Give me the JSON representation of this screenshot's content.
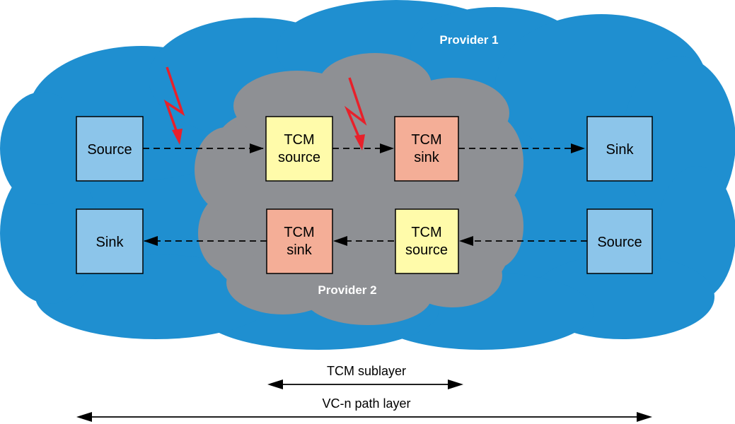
{
  "colors": {
    "provider1_cloud": "#1f8fd0",
    "provider2_cloud": "#8e9094",
    "endpoint_box": "#8cc5ea",
    "tcm_source_box": "#fffbaa",
    "tcm_sink_box": "#f4ae97",
    "fault_arrow": "#e8202a",
    "line": "#000000"
  },
  "clouds": {
    "provider1": "Provider 1",
    "provider2": "Provider 2"
  },
  "boxes": {
    "top_source": "Source",
    "top_tcm_source_line1": "TCM",
    "top_tcm_source_line2": "source",
    "top_tcm_sink_line1": "TCM",
    "top_tcm_sink_line2": "sink",
    "top_sink": "Sink",
    "bottom_sink": "Sink",
    "bottom_tcm_sink_line1": "TCM",
    "bottom_tcm_sink_line2": "sink",
    "bottom_tcm_source_line1": "TCM",
    "bottom_tcm_source_line2": "source",
    "bottom_source": "Source"
  },
  "layers": {
    "tcm_sublayer": "TCM sublayer",
    "vc_path_layer": "VC-n path layer"
  },
  "fault_icons": [
    "lightning-bolt-icon",
    "lightning-bolt-icon"
  ]
}
